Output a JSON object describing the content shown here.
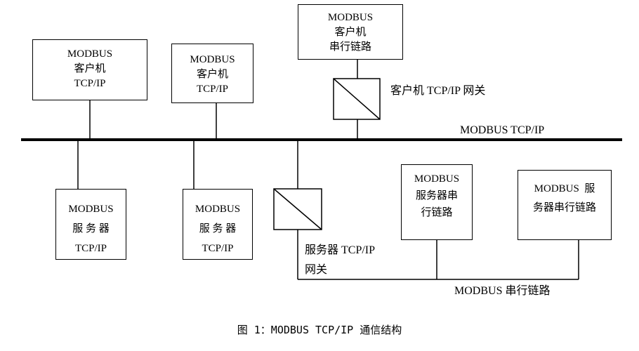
{
  "clients": [
    {
      "line1": "MODBUS",
      "line2": "客户机",
      "line3": "TCP/IP"
    },
    {
      "line1": "MODBUS",
      "line2": "客户机",
      "line3": "TCP/IP"
    },
    {
      "line1": "MODBUS",
      "line2": "客户机",
      "line3": "串行链路"
    }
  ],
  "servers": [
    {
      "line1": "MODBUS",
      "line2": "服 务 器",
      "line3": "TCP/IP"
    },
    {
      "line1": "MODBUS",
      "line2": "服 务 器",
      "line3": "TCP/IP"
    }
  ],
  "serial_servers": [
    {
      "line1": "MODBUS",
      "line2": "服务器串",
      "line3": "行链路"
    },
    {
      "line1": "MODBUS  服",
      "line2": "务器串行链路"
    }
  ],
  "labels": {
    "client_gateway": "客户机 TCP/IP 网关",
    "bus": "MODBUS TCP/IP",
    "server_gateway_1": "服务器 TCP/IP",
    "server_gateway_2": "网关",
    "serial_bus": "MODBUS 串行链路"
  },
  "caption": "图 1：MODBUS TCP/IP 通信结构"
}
